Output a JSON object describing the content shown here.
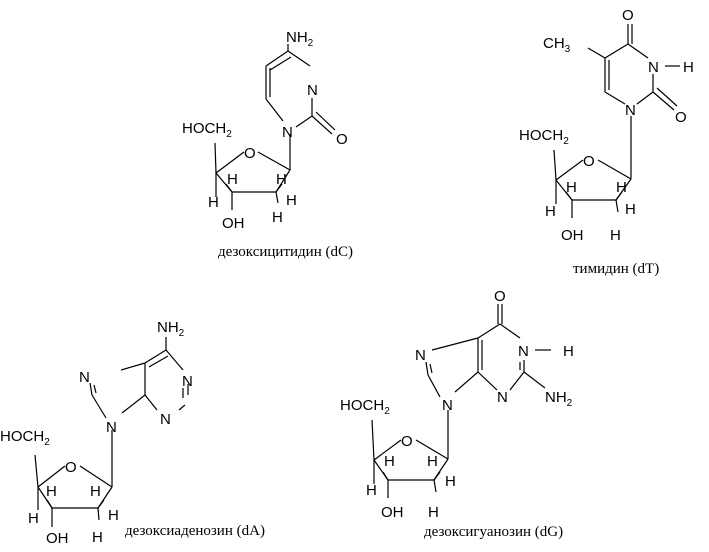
{
  "molecules": {
    "dC": {
      "caption": "дезоксицитидин (dC)"
    },
    "dT": {
      "caption": "тимидин (dT)"
    },
    "dA": {
      "caption": "дезоксиаденозин  (dA)"
    },
    "dG": {
      "caption": "дезоксигуанозин  (dG)"
    }
  },
  "atoms": {
    "NH": "NH",
    "N": "N",
    "O": "O",
    "H": "H",
    "OH": "OH",
    "HOC": "HOC",
    "CH": "CH",
    "sub2": "2",
    "sub3": "3"
  },
  "colors": {
    "ink": "#000000",
    "background": "#ffffff"
  }
}
